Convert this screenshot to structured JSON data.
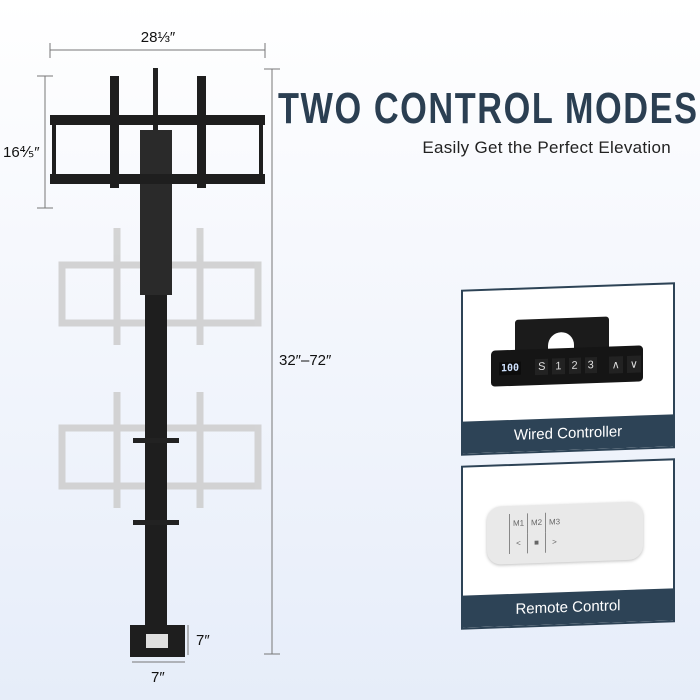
{
  "header": {
    "title": "TWO CONTROL MODES",
    "subtitle": "Easily Get the Perfect Elevation"
  },
  "dimensions": {
    "width": "28⅓″",
    "height_bracket": "16⅘″",
    "height_range": "32″–72″",
    "base_height": "7″",
    "base_width": "7″"
  },
  "cards": [
    {
      "label": "Wired Controller",
      "display": "100",
      "keys": [
        "S",
        "1",
        "2",
        "3",
        "∧",
        "∨"
      ]
    },
    {
      "label": "Remote Control",
      "keys": [
        "M1",
        "M2",
        "M3",
        "<",
        "■",
        ">"
      ]
    }
  ],
  "colors": {
    "navy": "#2d4356",
    "title": "#2b3f52",
    "stand": "#1e1e1e",
    "ghost": "#d0d0d0"
  }
}
